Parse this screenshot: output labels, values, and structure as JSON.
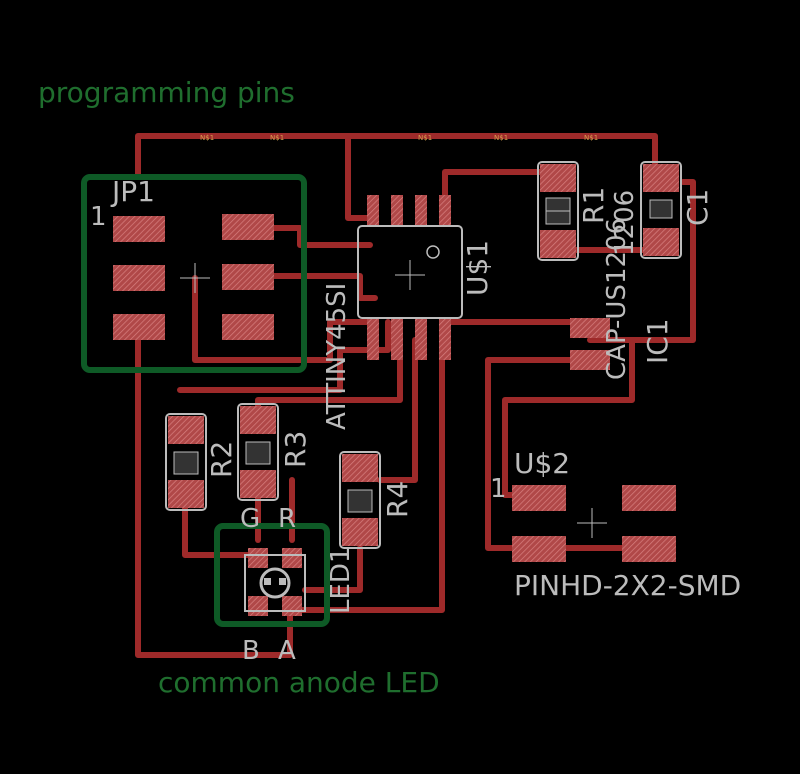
{
  "annotations": {
    "programming_pins": "programming pins",
    "common_anode_led": "common anode LED"
  },
  "components": {
    "jp1": {
      "name": "JP1",
      "pin1": "1"
    },
    "u1": {
      "name": "U$1",
      "value": "ATTINY45SI"
    },
    "r1": {
      "name": "R1",
      "value": "1206"
    },
    "c1": {
      "name": "C1",
      "value": "CAP-US1206"
    },
    "ic1": {
      "name": "IC1"
    },
    "r2": {
      "name": "R2"
    },
    "r3": {
      "name": "R3"
    },
    "r4": {
      "name": "R4"
    },
    "led1": {
      "name": "LED1",
      "pin_g": "G",
      "pin_r": "R",
      "pin_b": "B",
      "pin_a": "A"
    },
    "u2": {
      "name": "U$2",
      "value": "PINHD-2X2-SMD",
      "pin1": "1"
    }
  },
  "net_label": "N$1",
  "colors": {
    "background": "#000000",
    "trace": "#9e2a2a",
    "pad": "#c05a5a",
    "annotation": "#1f6e2e",
    "outline_box": "#0e5a26",
    "silkscreen": "#bcbcbc"
  }
}
